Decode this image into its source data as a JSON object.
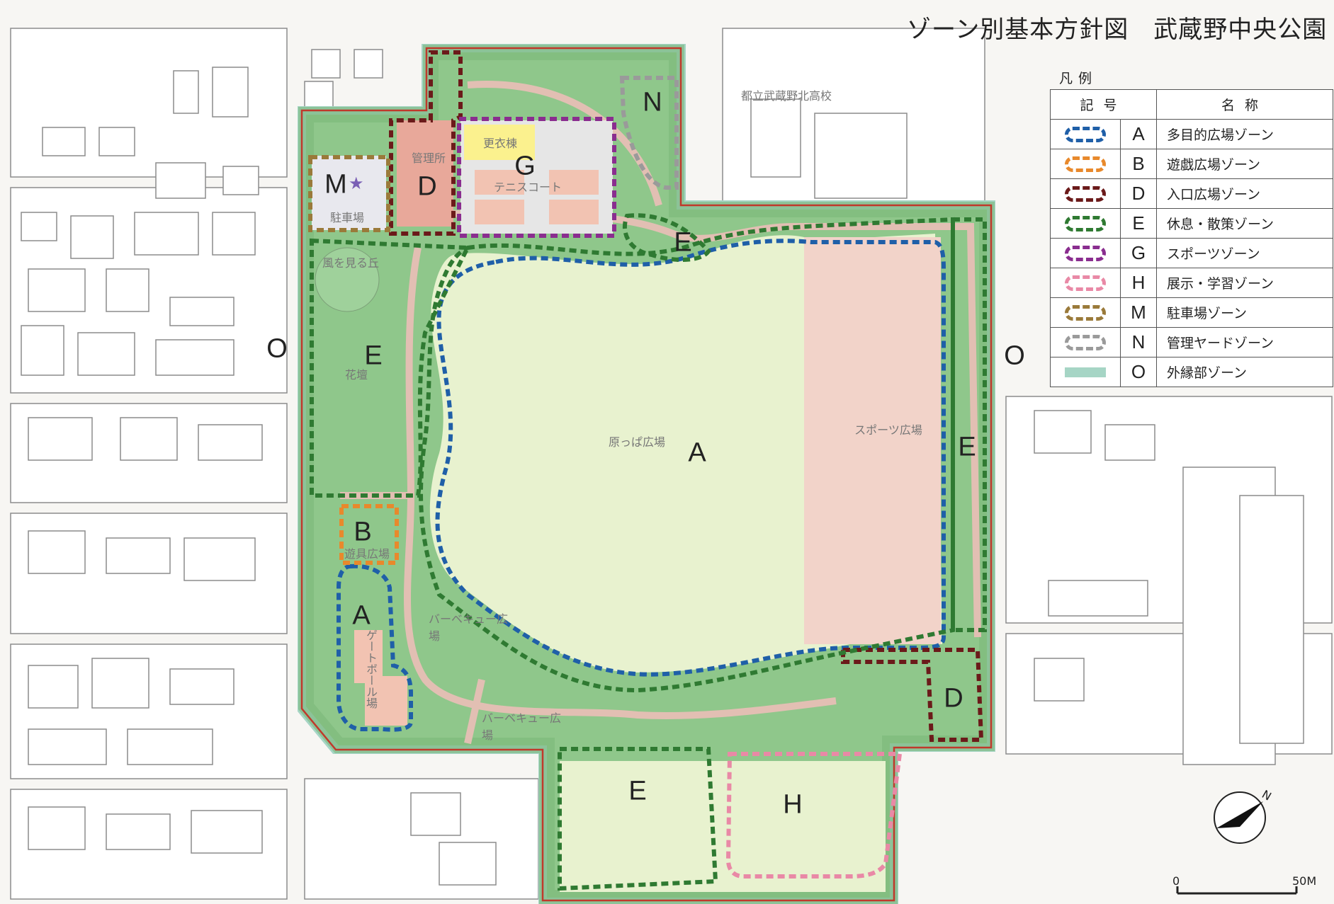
{
  "map": {
    "title": "ゾーン別基本方針図　武蔵野中央公園",
    "legend": {
      "title": "凡例",
      "col_symbol": "記号",
      "col_name": "名称",
      "rows": [
        {
          "code": "A",
          "name": "多目的広場ゾーン",
          "color": "#1f5fa8",
          "style": "dashed"
        },
        {
          "code": "B",
          "name": "遊戯広場ゾーン",
          "color": "#e8892c",
          "style": "dashed"
        },
        {
          "code": "D",
          "name": "入口広場ゾーン",
          "color": "#6b1a1a",
          "style": "dashed"
        },
        {
          "code": "E",
          "name": "休息・散策ゾーン",
          "color": "#2f7a32",
          "style": "dashed"
        },
        {
          "code": "G",
          "name": "スポーツゾーン",
          "color": "#8a2d8f",
          "style": "dashed"
        },
        {
          "code": "H",
          "name": "展示・学習ゾーン",
          "color": "#e989a6",
          "style": "dashed"
        },
        {
          "code": "M",
          "name": "駐車場ゾーン",
          "color": "#9a7a3a",
          "style": "dashed"
        },
        {
          "code": "N",
          "name": "管理ヤードゾーン",
          "color": "#9a9a9a",
          "style": "dashed"
        },
        {
          "code": "O",
          "name": "外縁部ゾーン",
          "color": "#a6d5c5",
          "style": "solid"
        }
      ]
    },
    "zone_labels": {
      "a_main": "A",
      "a_small": "A",
      "b": "B",
      "d_top": "D",
      "d_bottom": "D",
      "e_left": "E",
      "e_top": "E",
      "e_right": "E",
      "e_bottom": "E",
      "g": "G",
      "h": "H",
      "m": "M",
      "n": "N",
      "o_left": "O",
      "o_right": "O"
    },
    "place_labels": {
      "kanrisho": "管理所",
      "koitou": "更衣棟",
      "tennis": "テニスコート",
      "parking": "駐車場",
      "kaze": "風を見る丘",
      "kadan": "花壇",
      "harappa": "原っぱ広場",
      "sports": "スポーツ広場",
      "bbq1": "バーベキュー広場",
      "bbq2": "バーベキュー広場",
      "yugu": "遊具広場",
      "gateball": "ゲートボール場",
      "school": "都立武蔵野北高校"
    },
    "scale": {
      "zero": "0",
      "fifty": "50M"
    },
    "compass_letter": "N"
  }
}
